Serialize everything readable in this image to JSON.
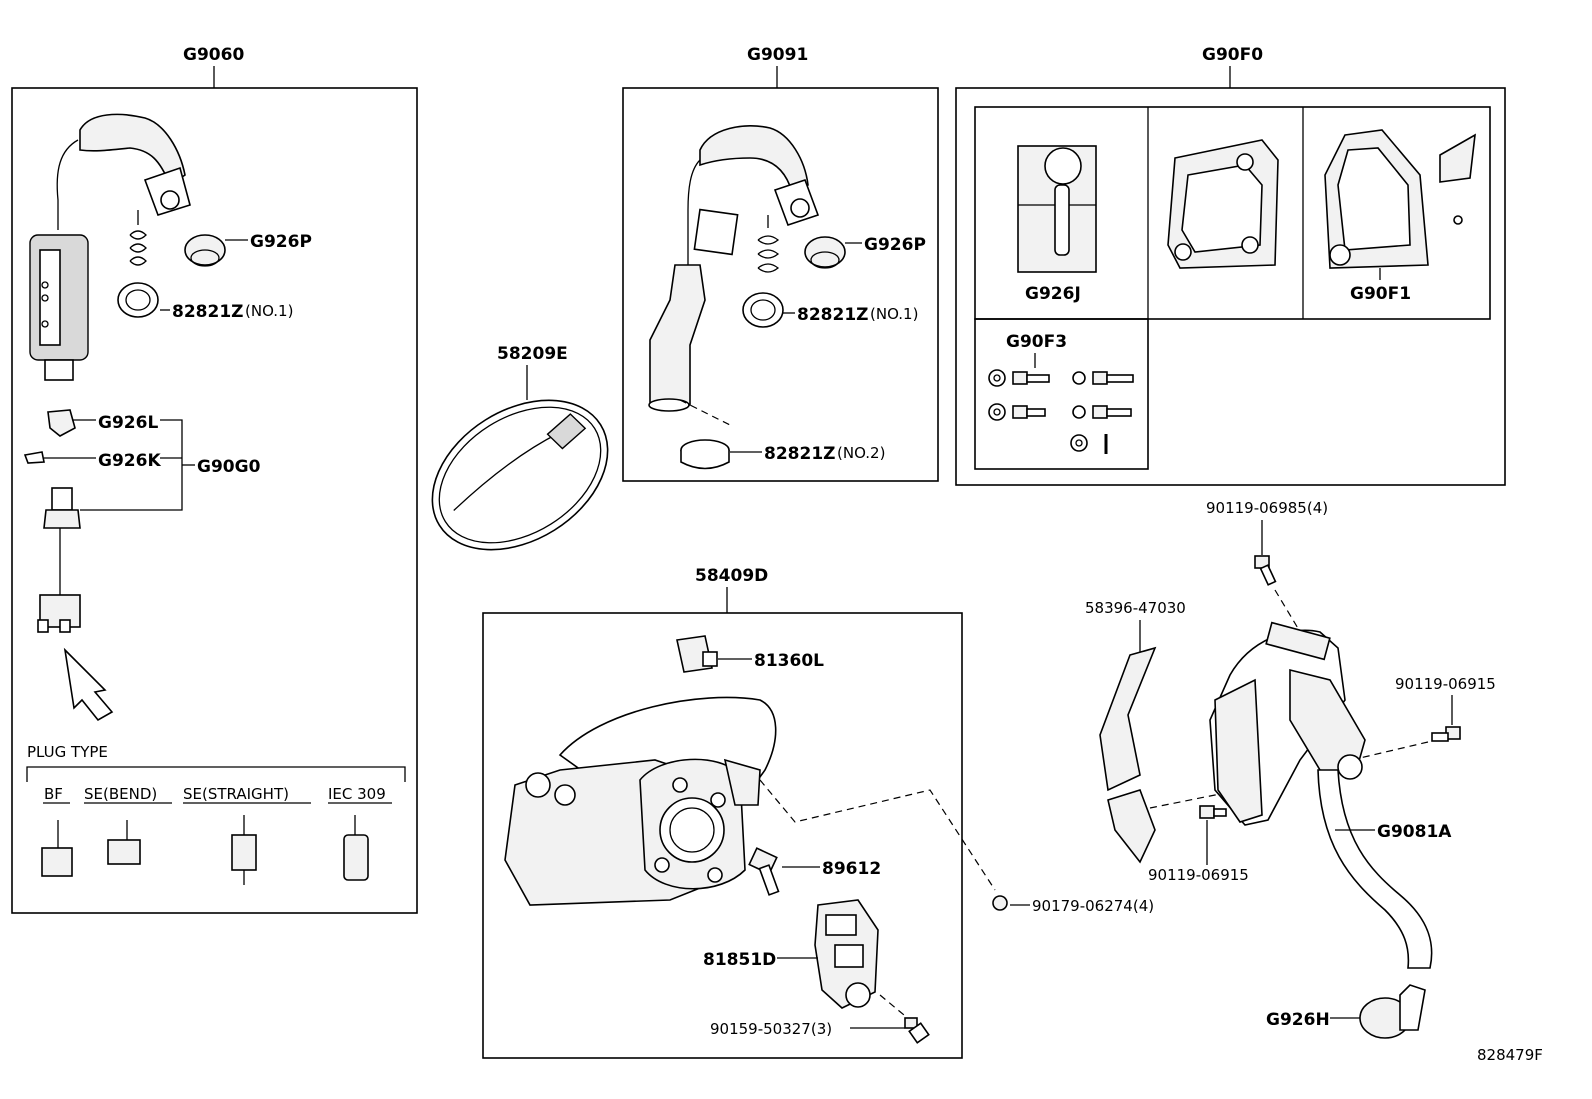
{
  "groups": {
    "g9060": "G9060",
    "g9091": "G9091",
    "g90f0": "G90F0",
    "g58409d": "58409D"
  },
  "parts": {
    "g926p_a": "G926P",
    "p82821z_a": "82821Z",
    "no1_a": "(NO.1)",
    "g926l": "G926L",
    "g926k": "G926K",
    "g90g0": "G90G0",
    "g926p_b": "G926P",
    "p82821z_b": "82821Z",
    "no1_b": "(NO.1)",
    "p82821z_c": "82821Z",
    "no2": "(NO.2)",
    "p58209e": "58209E",
    "g926j": "G926J",
    "g90f1": "G90F1",
    "g90f3": "G90F3",
    "p90119_06985": "90119-06985(4)",
    "p58396_47030": "58396-47030",
    "p90119_06915_a": "90119-06915",
    "p90119_06915_b": "90119-06915",
    "g9081a": "G9081A",
    "p81360l": "81360L",
    "p89612": "89612",
    "p81851d": "81851D",
    "p90159_50327": "90159-50327(3)",
    "p90179_06274": "90179-06274(4)",
    "g926h": "G926H"
  },
  "plug_type": {
    "title": "PLUG TYPE",
    "types": [
      "BF",
      "SE(BEND)",
      "SE(STRAIGHT)",
      "IEC 309"
    ]
  },
  "figure_id": "828479F"
}
